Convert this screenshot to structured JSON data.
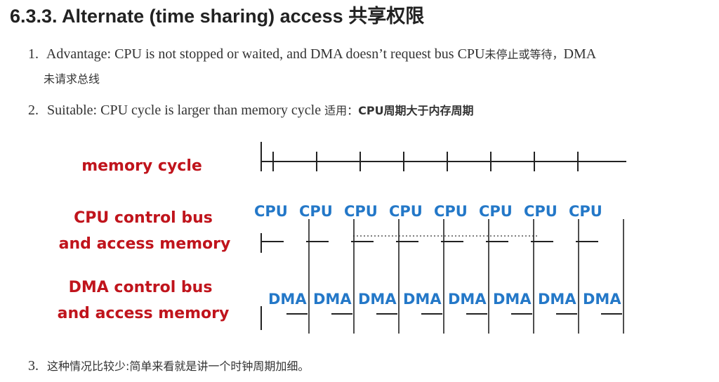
{
  "heading": {
    "title": "6.3.3. Alternate (time sharing) access 共享权限"
  },
  "list": {
    "item1": {
      "number": "1.",
      "text_en": "Advantage: CPU is not stopped or waited, and DMA doesn’t request bus CPU",
      "text_cn": "未停止或等待，",
      "text_en2": "DMA",
      "text_cn_line2": "未请求总线"
    },
    "item2": {
      "number": "2.",
      "text_en": "Suitable: CPU cycle is larger than memory cycle ",
      "text_cn": "适用：",
      "text_bold": "CPU周期大于内存周期"
    },
    "item3": {
      "number": "3.",
      "text": "这种情况比较少:简单来看就是讲一个时钟周期加细。"
    }
  },
  "diagram": {
    "memory_label": "memory cycle",
    "cpu_label_line1": "CPU control bus",
    "cpu_label_line2": "and access memory",
    "dma_label_line1": "DMA control bus",
    "dma_label_line2": "and access memory",
    "cpu_slot_label": "CPU",
    "dma_slot_label": "DMA",
    "slot_count": 8,
    "colors": {
      "label": "#c0141c",
      "slot": "#2478c8",
      "line": "#222222"
    }
  }
}
